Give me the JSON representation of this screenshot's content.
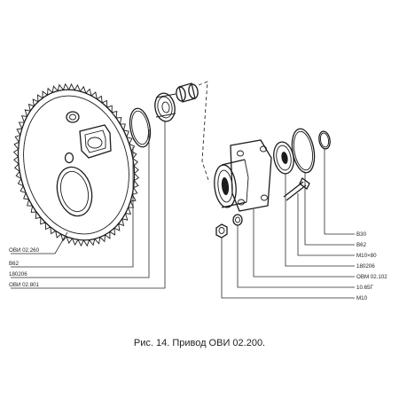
{
  "caption": "Рис. 14. Привод ОВИ 02.200.",
  "callouts_left": {
    "sprocket": "ОВИ 02.260",
    "retaining_ring": "В62",
    "bearing": "180206",
    "bushing": "ОВИ 02.801"
  },
  "callouts_right": {
    "ring_b30": "В30",
    "ring_b62": "В62",
    "bolt": "М10×80",
    "bearing": "180206",
    "housing": "ОВМ 02.102",
    "washer": "10.65Г",
    "nut": "М10"
  },
  "colors": {
    "line": "#1c1c1c",
    "text": "#222222",
    "background": "#ffffff"
  }
}
